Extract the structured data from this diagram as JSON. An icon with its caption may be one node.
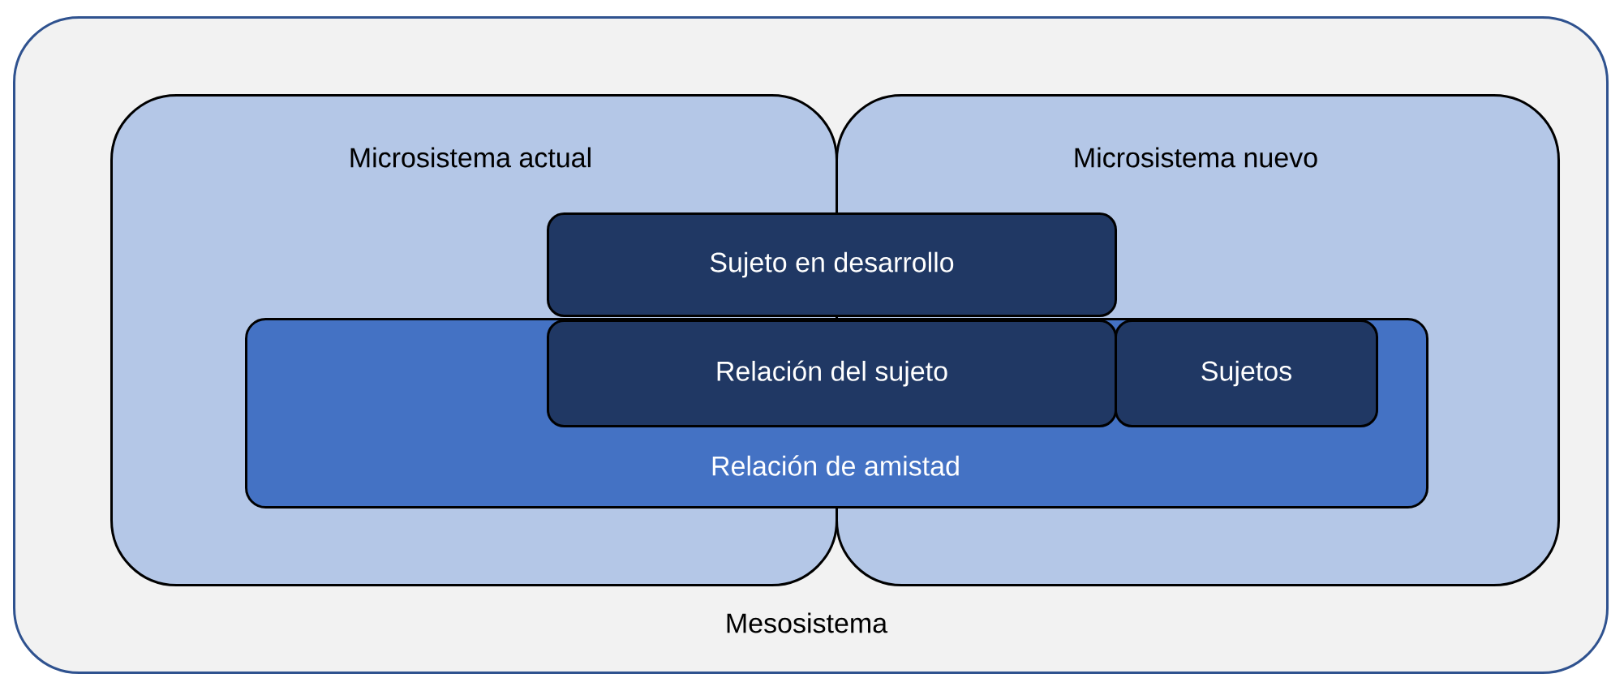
{
  "diagram": {
    "nodes": [
      {
        "text": [
          "Mesosistema"
        ]
      },
      {
        "text": [
          "Microsistema actual"
        ],
        "in": 0
      },
      {
        "text": [
          "Microsistema nuevo"
        ],
        "in": 0
      },
      {
        "text": [
          "Relación de amistad"
        ],
        "in": 0
      },
      {
        "text": [
          "Sujeto en desarrollo"
        ],
        "in": 0
      },
      {
        "text": [
          "Relación del sujeto"
        ],
        "in": 3
      },
      {
        "text": [
          "Sujetos"
        ]
      }
    ]
  }
}
